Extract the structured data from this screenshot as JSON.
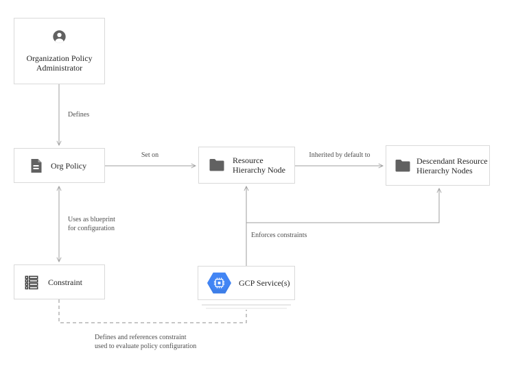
{
  "diagram": {
    "nodes": {
      "admin": {
        "label": "Organization Policy Administrator",
        "icon": "person-icon"
      },
      "org_policy": {
        "label": "Org Policy",
        "icon": "document-icon"
      },
      "resource_node": {
        "label": "Resource Hierarchy Node",
        "icon": "folder-icon"
      },
      "descendant_nodes": {
        "label": "Descendant Resource Hierarchy Nodes",
        "icon": "folder-icon"
      },
      "constraint": {
        "label": "Constraint",
        "icon": "list-icon"
      },
      "gcp_services": {
        "label": "GCP Service(s)",
        "icon": "gcp-hexagon-icon"
      }
    },
    "edge_labels": {
      "defines": "Defines",
      "set_on": "Set on",
      "inherited_by_default_to": "Inherited by default to",
      "uses_as_blueprint": "Uses as blueprint\nfor configuration",
      "enforces_constraints": "Enforces constraints",
      "defines_and_references": "Defines and references constraint\nused to evaluate policy configuration"
    },
    "colors": {
      "connector": "#9e9e9e",
      "dashed_connector": "#8c8c8c",
      "box_border": "#d9d9d9",
      "icon_gray": "#616161",
      "gcp_blue": "#4285f4",
      "node_text": "#262626",
      "edge_label_text": "#4f4f4f",
      "background": "#ffffff"
    }
  }
}
